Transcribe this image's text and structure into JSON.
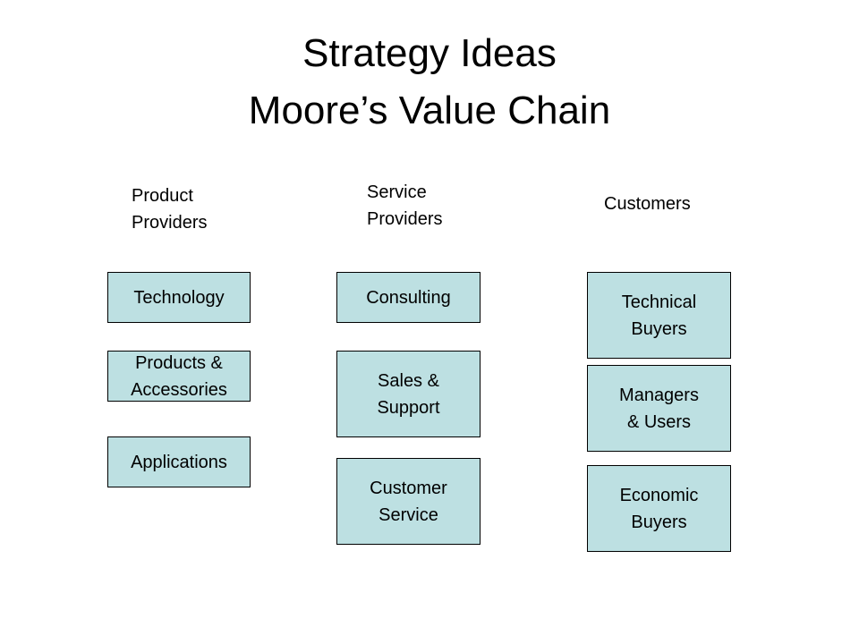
{
  "title": {
    "line1": "Strategy Ideas",
    "line2": "Moore’s Value Chain"
  },
  "columns": [
    {
      "label_lines": [
        "Product",
        "Providers"
      ],
      "boxes": [
        {
          "lines": [
            "Technology"
          ]
        },
        {
          "lines": [
            "Products &",
            "Accessories"
          ]
        },
        {
          "lines": [
            "Applications"
          ]
        }
      ]
    },
    {
      "label_lines": [
        "Service",
        "Providers"
      ],
      "boxes": [
        {
          "lines": [
            "Consulting"
          ]
        },
        {
          "lines": [
            "Sales &",
            "Support"
          ]
        },
        {
          "lines": [
            "Customer",
            "Service"
          ]
        }
      ]
    },
    {
      "label_lines": [
        "Customers"
      ],
      "boxes": [
        {
          "lines": [
            "Technical",
            "Buyers"
          ]
        },
        {
          "lines": [
            "Managers",
            "& Users"
          ]
        },
        {
          "lines": [
            "Economic",
            "Buyers"
          ]
        }
      ]
    }
  ],
  "colors": {
    "box_fill": "#bde0e2",
    "box_border": "#000000",
    "text": "#000000",
    "background": "#ffffff"
  }
}
